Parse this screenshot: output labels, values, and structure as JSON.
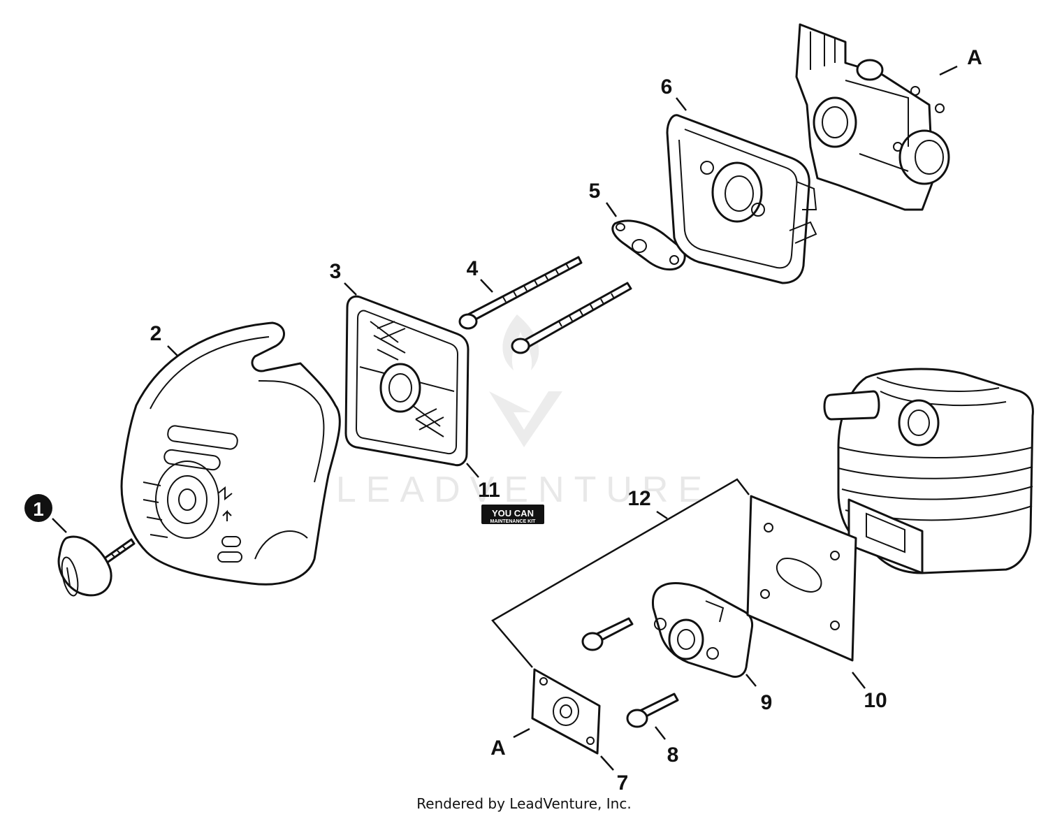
{
  "callouts": {
    "c1": "1",
    "c2": "2",
    "c3": "3",
    "c4": "4",
    "c5": "5",
    "c6": "6",
    "c7": "7",
    "c8": "8",
    "c9": "9",
    "c10": "10",
    "c11": "11",
    "c12": "12",
    "ref_a_top": "A",
    "ref_a_bottom": "A"
  },
  "badge": {
    "line1": "YOU CAN",
    "line2": "MAINTENANCE KIT"
  },
  "watermark": "LEADVENTURE",
  "credit": "Rendered by LeadVenture, Inc.",
  "colors": {
    "ink": "#111111",
    "watermark": "#e6e6e6"
  }
}
